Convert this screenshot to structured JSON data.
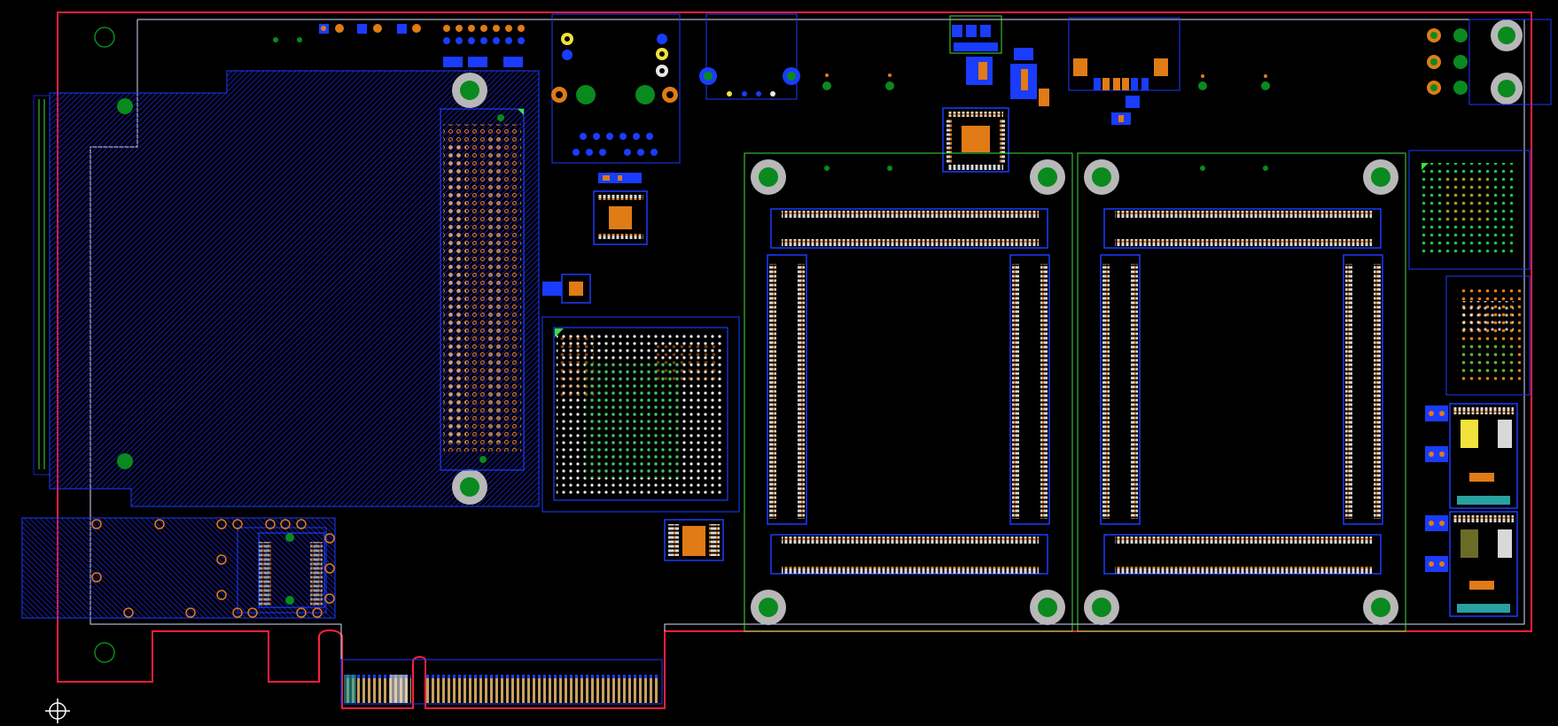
{
  "canvas": {
    "background": "#000000"
  },
  "colors": {
    "board_outline": "#ff1f3d",
    "keepout": "#e0e0ff",
    "copper_pour": "#1a22c8",
    "silk_outline": "#3be03b",
    "pad_orange": "#e07b16",
    "pad_green": "#0a8a1e",
    "mount_hole": "#b8b8b8",
    "pin_white": "#e8e8e8",
    "pin_yellow": "#f2e23c",
    "via_blue": "#1a3cff"
  },
  "components": [
    {
      "id": "U1",
      "kind": "bga-large",
      "label": ""
    },
    {
      "id": "U2",
      "kind": "fpga-bga",
      "label": ""
    },
    {
      "id": "J1",
      "kind": "dimm-connector",
      "label": ""
    },
    {
      "id": "J2",
      "kind": "dimm-connector",
      "label": ""
    },
    {
      "id": "J3",
      "kind": "m2-slot",
      "label": ""
    },
    {
      "id": "J4",
      "kind": "edge-connector",
      "label": ""
    },
    {
      "id": "U3",
      "kind": "qfn",
      "label": ""
    },
    {
      "id": "U4",
      "kind": "qfn",
      "label": ""
    },
    {
      "id": "U5",
      "kind": "qfn",
      "label": ""
    },
    {
      "id": "PS1",
      "kind": "power-module",
      "label": ""
    },
    {
      "id": "PS2",
      "kind": "power-module",
      "label": ""
    }
  ],
  "cursor": {
    "icon": "crosshair-icon"
  }
}
